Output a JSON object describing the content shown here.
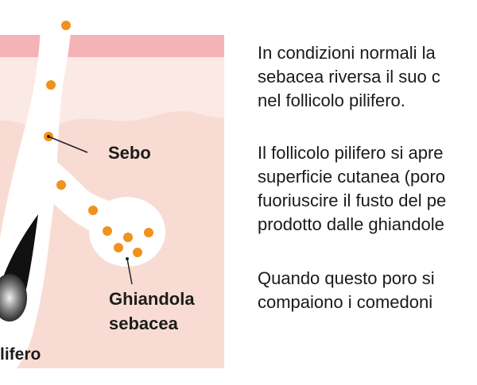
{
  "diagram": {
    "labels": {
      "sebo": "Sebo",
      "ghiandola_line1": "Ghiandola",
      "ghiandola_line2": "sebacea",
      "follicolo_partial": "lifero"
    },
    "icons": {
      "sebum_droplet": "orange-dot",
      "hair_shaft": "dark-hair-shaft",
      "skin": "layered-skin-cross-section"
    },
    "colors": {
      "epidermis_top": "#f5b3b8",
      "dermis": "#f8dcd4",
      "sebum": "#f0921e",
      "follicle": "#ffffff",
      "hair": "#111111"
    }
  },
  "text": {
    "paragraph1": [
      "In condizioni normali la",
      "sebacea riversa il suo c",
      "nel follicolo pilifero."
    ],
    "paragraph2": [
      "Il follicolo pilifero si apre",
      "superficie cutanea (poro",
      "fuoriuscire il fusto del pe",
      "prodotto dalle ghiandole"
    ],
    "paragraph3": [
      "Quando questo poro si",
      "compaiono i comedoni"
    ]
  }
}
